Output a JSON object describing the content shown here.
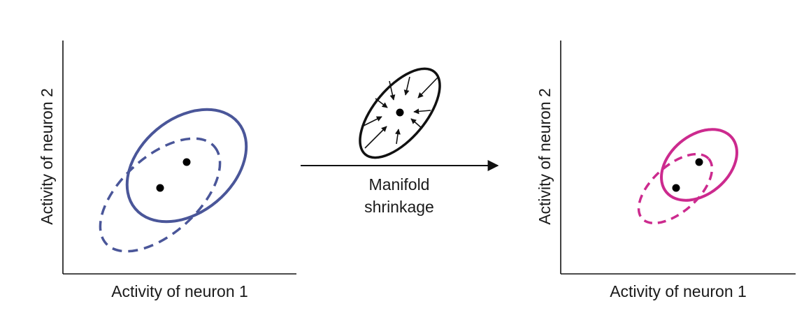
{
  "left_panel": {
    "x_axis_title": "Activity of neuron 1",
    "y_axis_title": "Activity of neuron 2",
    "color": "#4a5699"
  },
  "right_panel": {
    "x_axis_title": "Activity of neuron 1",
    "y_axis_title": "Activity of neuron 2",
    "color": "#cc2a8e"
  },
  "transform": {
    "label_line1": "Manifold",
    "label_line2": "shrinkage",
    "color": "#111111"
  }
}
